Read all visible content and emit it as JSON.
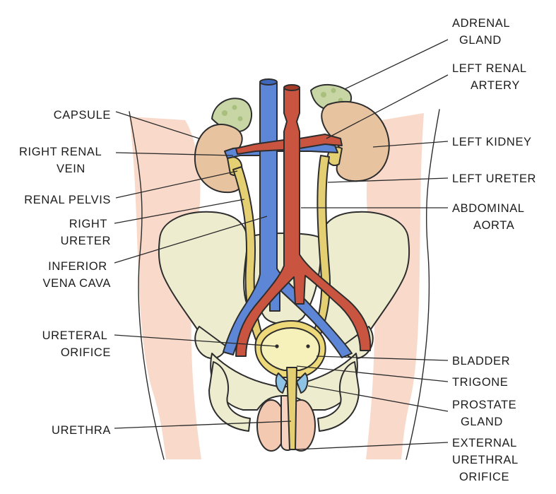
{
  "labels": {
    "capsule": "CAPSULE",
    "right_renal_vein": [
      "RIGHT RENAL",
      "VEIN"
    ],
    "renal_pelvis": "RENAL PELVIS",
    "right_ureter": [
      "RIGHT",
      "URETER"
    ],
    "inferior_vena_cava": [
      "INFERIOR",
      "VENA CAVA"
    ],
    "ureteral_orifice": [
      "URETERAL",
      "ORIFICE"
    ],
    "urethra": "URETHRA",
    "adrenal_gland": [
      "ADRENAL",
      "GLAND"
    ],
    "left_renal_artery": [
      "LEFT RENAL",
      "ARTERY"
    ],
    "left_kidney": "LEFT KIDNEY",
    "left_ureter": "LEFT URETER",
    "abdominal_aorta": [
      "ABDOMINAL",
      "AORTA"
    ],
    "bladder": "BLADDER",
    "trigone": "TRIGONE",
    "prostate_gland": [
      "PROSTATE",
      "GLAND"
    ],
    "external_urethral_orifice": [
      "EXTERNAL",
      "URETHRAL",
      "ORIFICE"
    ]
  },
  "colors": {
    "skin": "#f7cdb8",
    "bone": "#eeeccf",
    "kidney": "#e8c3a0",
    "adrenal": "#c8d6a6",
    "vein": "#5e86d6",
    "artery": "#c9543f",
    "ureter": "#e4cf73",
    "bladder": "#f6f0ba",
    "prostate": "#8fc3e6"
  }
}
